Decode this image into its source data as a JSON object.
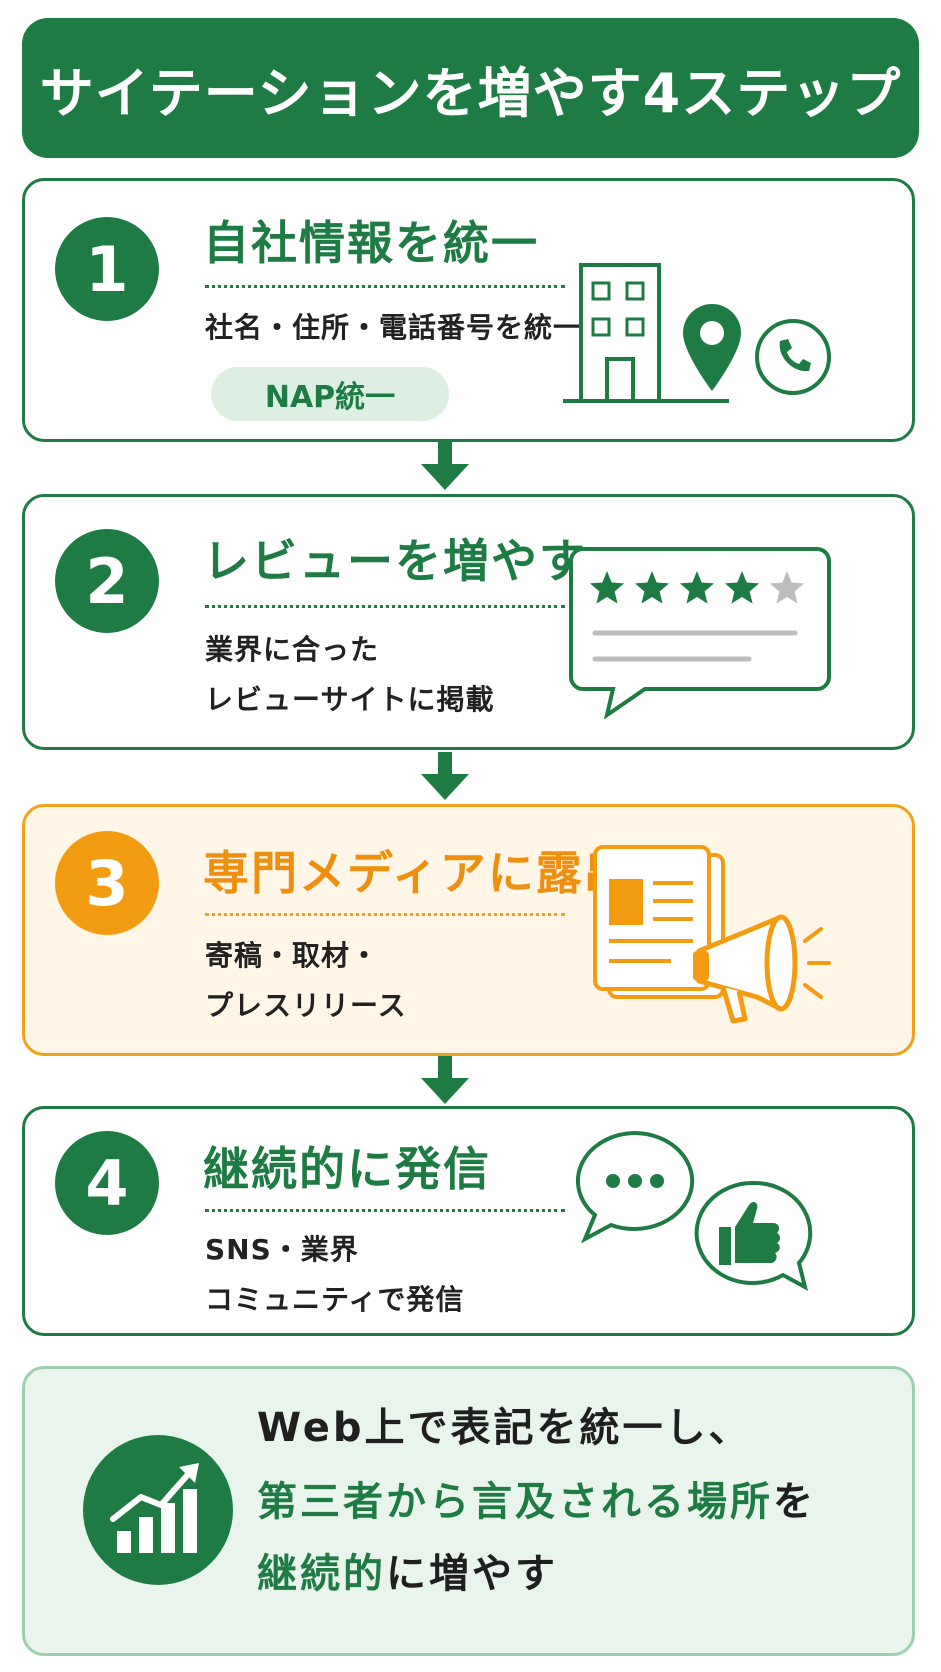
{
  "title": "サイテーションを増やす4ステップ",
  "steps": [
    {
      "number": "1",
      "title": "自社情報を統一",
      "desc_lines": [
        "社名・住所・電話番号を統一"
      ],
      "pill": "NAP統一"
    },
    {
      "number": "2",
      "title": "レビューを増やす",
      "desc_lines": [
        "業界に合った",
        "レビューサイトに掲載"
      ]
    },
    {
      "number": "3",
      "title": "専門メディアに露出",
      "desc_lines": [
        "寄稿・取材・",
        "プレスリリース"
      ]
    },
    {
      "number": "4",
      "title": "継続的に発信",
      "desc_lines": [
        "SNS・業界",
        "コミュニティで発信"
      ]
    }
  ],
  "summary": {
    "line1": "Web上で表記を統一し、",
    "line2_green": "第三者から言及される場所",
    "line2_rest": "を",
    "line3_green": "継続的",
    "line3_rest": "に増やす"
  },
  "colors": {
    "green": "#1e7b43",
    "orange": "#f39c12",
    "light_green": "#e8f4ec",
    "light_orange": "#fff6e7"
  },
  "icons": {
    "step1": [
      "building-icon",
      "map-pin-icon",
      "phone-icon"
    ],
    "step2": [
      "review-bubble-icon",
      "star-icon"
    ],
    "step3": [
      "newspaper-icon",
      "megaphone-icon"
    ],
    "step4": [
      "chat-bubble-icon",
      "thumbs-up-icon"
    ],
    "summary": "growth-chart-icon"
  },
  "step2_rating": {
    "filled": 4,
    "total": 5
  }
}
